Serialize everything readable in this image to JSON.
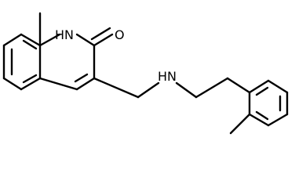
{
  "molecule": {
    "atoms": {
      "nh_ring": "H",
      "n_ring": "N",
      "o_carbonyl": "O",
      "nh_amine": "H",
      "n_amine": "N"
    }
  },
  "colors": {
    "bond": "#000000",
    "label": "#000000",
    "background": "#ffffff"
  }
}
